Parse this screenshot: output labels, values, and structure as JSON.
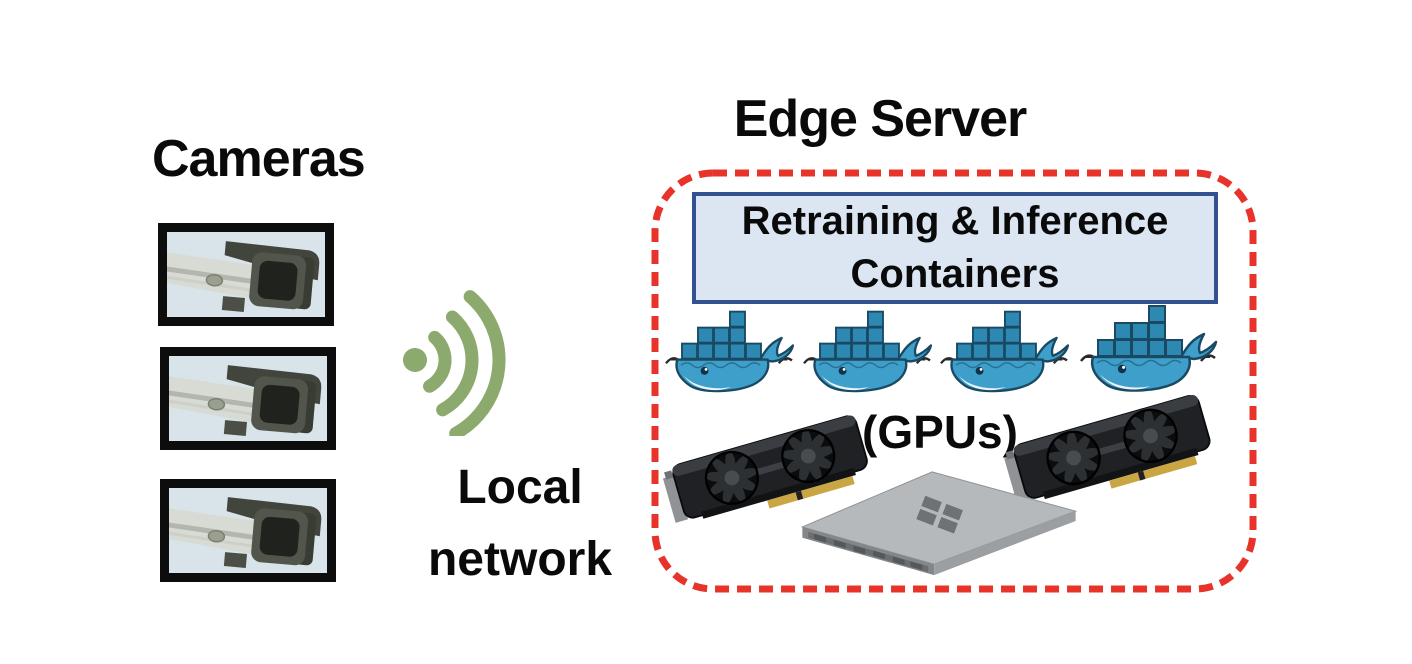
{
  "cameras": {
    "label": "Cameras",
    "count": 3
  },
  "local_network": {
    "line1": "Local",
    "line2": "network"
  },
  "edge_server": {
    "title": "Edge Server",
    "containers_line1": "Retraining & Inference",
    "containers_line2": "Containers",
    "gpus_label": "(GPUs)",
    "docker_container_count": 4,
    "gpu_count": 2,
    "server_count": 1
  },
  "colors": {
    "wifi_green": "#8CAA6D",
    "dashed_border_red": "#E8332A",
    "containers_box_fill": "#DCE6F2",
    "containers_box_border": "#31528F",
    "docker_whale_blue": "#3E9FCB",
    "text_black": "#0A0A0A"
  },
  "icons": {
    "wifi": "wifi-icon",
    "camera": "cctv-camera-icon",
    "docker": "docker-whale-icon",
    "gpu": "gpu-card-icon",
    "server": "rack-server-icon"
  }
}
